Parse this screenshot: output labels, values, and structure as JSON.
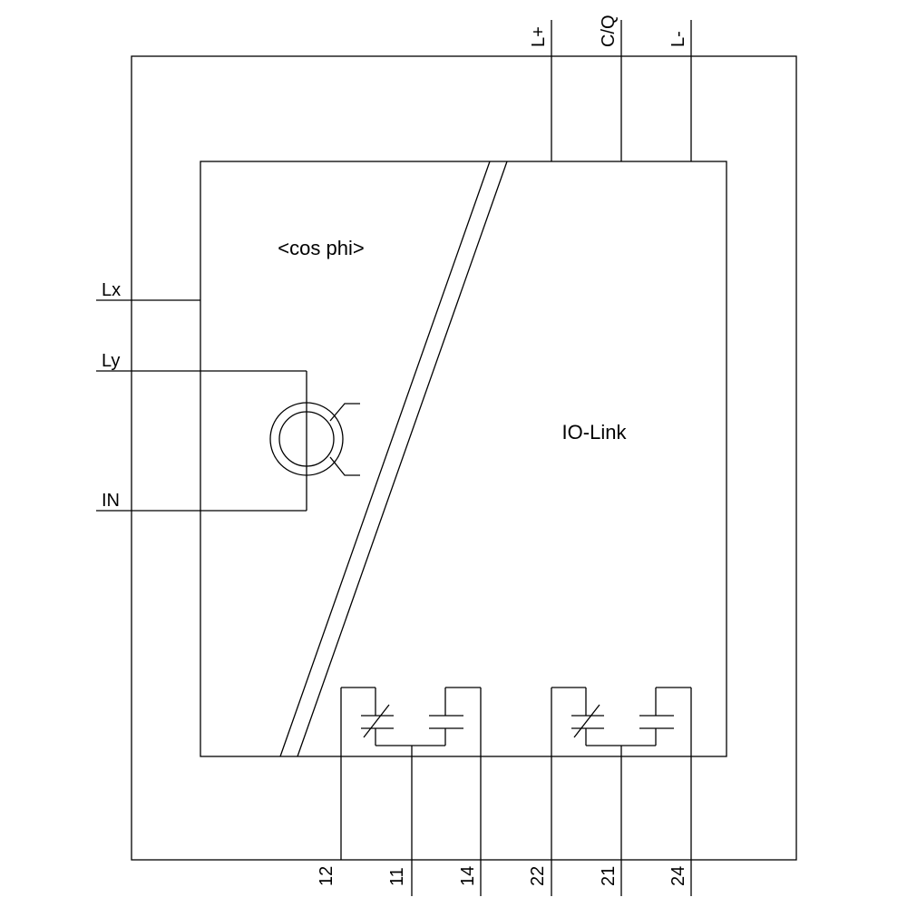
{
  "diagram": {
    "module_label": "<cos phi>",
    "comm_label": "IO-Link",
    "top_terminals": [
      "L+",
      "C/Q",
      "L-"
    ],
    "left_terminals": [
      "Lx",
      "Ly",
      "IN"
    ],
    "bottom_terminals": [
      "12",
      "11",
      "14",
      "22",
      "21",
      "24"
    ]
  }
}
